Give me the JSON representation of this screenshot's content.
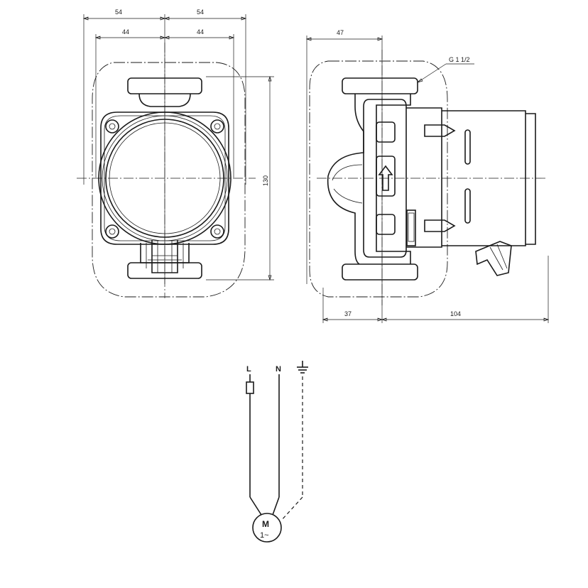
{
  "dimensions": {
    "front_top_left": "54",
    "front_top_right": "54",
    "front_inner_left": "44",
    "front_inner_right": "44",
    "front_height": "130",
    "side_top": "47",
    "side_bottom_left": "37",
    "side_bottom_right": "104",
    "thread_label": "G 1 1/2"
  },
  "wiring": {
    "line_label": "L",
    "neutral_label": "N",
    "motor_label": "M",
    "motor_phase": "1~"
  },
  "icons": {
    "earth": "earth-ground-icon",
    "fuse": "fuse-icon",
    "flow_arrow": "flow-arrow-up-icon"
  }
}
